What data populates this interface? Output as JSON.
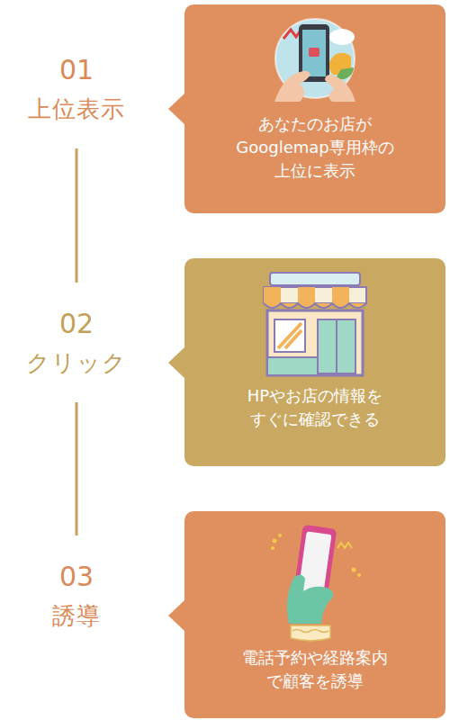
{
  "diagram": {
    "nodes": [
      {
        "text": [
          "01",
          "上位表示",
          "あなたのお店が Googlemap専用枠の 上位に表示"
        ]
      },
      {
        "text": [
          "02",
          "クリック",
          "HPやお店の情報を すぐに確認できる"
        ]
      },
      {
        "text": [
          "03",
          "誘導",
          "電話予約や経路案内 で顧客を誘導"
        ]
      }
    ],
    "edges": [
      {
        "from": 0,
        "to": 1,
        "arrow": "none"
      },
      {
        "from": 1,
        "to": 2,
        "arrow": "none"
      }
    ]
  }
}
